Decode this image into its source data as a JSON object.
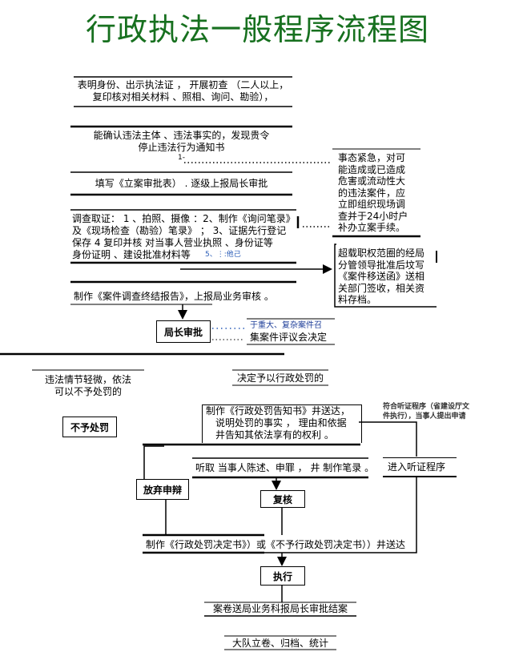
{
  "title": "行政执法一般程序流程图",
  "steps": {
    "s1": [
      "表明身份、出示执法证 ， 开展初查 （二人以上，",
      "复印核对相关材料 、照相、询问、勘验），"
    ],
    "s2": [
      "能确认违法主体 、违法事实的，发现贵令",
      "停止违法行为通知书"
    ],
    "s2_mark": "1-",
    "s3": "填写《立案审批表） .  逐级上报局长审批",
    "s4": [
      "调查取证： 1 、拍照、摄像 ：2、制作《询问笔录》",
      "及《现场检查（勘验）笔录》 ； 3、证据先行登记",
      "保存  4    复印并核 对当事人营业执照  、身份证等",
      "身份证明 、建设批准材料等"
    ],
    "s4_extra": "5、⋮:他己",
    "s5": "制作《案件调查终结报告》，上报局业务审核 。",
    "director": "局长审批",
    "major_case": [
      "于重大、复杂案件召",
      "集案件评议会决定"
    ],
    "minor": [
      "违法情节轻微，依法",
      "可以不予处罚的"
    ],
    "no_penalty": "不予处罚",
    "decide_penalty": "决定予以行政处罚的",
    "notice": [
      "制作《行政处罚告知书》井送达，",
      "说明处罚的事实  ，  理由和依据",
      "井告知其依法享有的权利 。"
    ],
    "hearing_note": [
      "符合听证程序（省建设厅文",
      "件执行），当事人提出申请"
    ],
    "listen": "听取 当事人陈述、申罪  ， 井 制作笔录 。",
    "hearing": "进入听证程序",
    "waive": "放弃申辩",
    "review": "复核",
    "decision": "制作《行政处罚决定书》）或《不予行政处罚决定书））井送达",
    "execute": "执行",
    "archive_report": "案卷送局业务科报局长审批结案",
    "archive": "大队立卷、归档、统计"
  },
  "side": {
    "urgent": [
      "事态紧急，对可",
      "能造成或已造成",
      "危害或流动性大",
      "的违法案件，应",
      "立即组织现场调",
      "查并于24小时户",
      "补办立案手续。"
    ],
    "transfer": [
      "超载职权范圈的经局",
      "分管领导批准后坟写",
      "《案件移送函》送相",
      "关部门签收，相关资",
      "料存档。"
    ]
  }
}
